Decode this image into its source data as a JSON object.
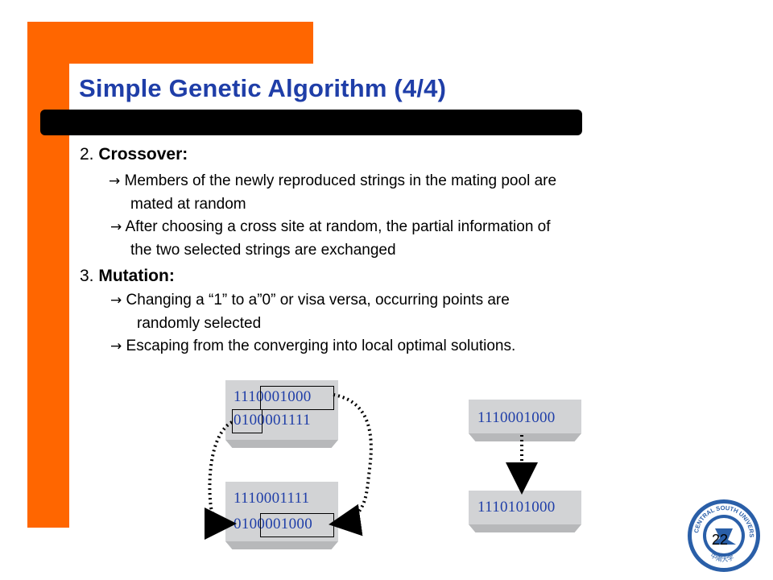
{
  "slide": {
    "title": "Simple Genetic Algorithm (4/4)",
    "page_number": "22"
  },
  "crossover": {
    "number": "2.",
    "heading": "Crossover:",
    "points": [
      {
        "line1": "Members of the newly reproduced strings in the mating pool are",
        "line2": "mated at random"
      },
      {
        "line1": "After choosing a cross site at random, the partial information of",
        "line2": "the two selected strings are exchanged"
      }
    ]
  },
  "mutation": {
    "number": "3.",
    "heading": "Mutation:",
    "points": [
      {
        "line1": "Changing a “1” to a”0” or visa versa, occurring points are",
        "line2": "randomly selected"
      },
      {
        "line1": "Escaping from the converging into local optimal solutions.",
        "line2": ""
      }
    ]
  },
  "diagram": {
    "crossover_before": [
      "1110001000",
      "0100001111"
    ],
    "crossover_after": [
      "1110001111",
      "0100001000"
    ],
    "mutation_before": "1110001000",
    "mutation_after": "1110101000"
  },
  "icons": {
    "bullet": "right-arrow-icon",
    "logo": "central-south-university-seal"
  },
  "logo_text": {
    "top": "CENTRAL SOUTH UNIVERSITY",
    "bottom": "中南大学"
  },
  "colors": {
    "accent": "#ff6600",
    "title": "#1f3ea8",
    "bits": "#1f3ea8",
    "logo": "#2a5fa8"
  }
}
